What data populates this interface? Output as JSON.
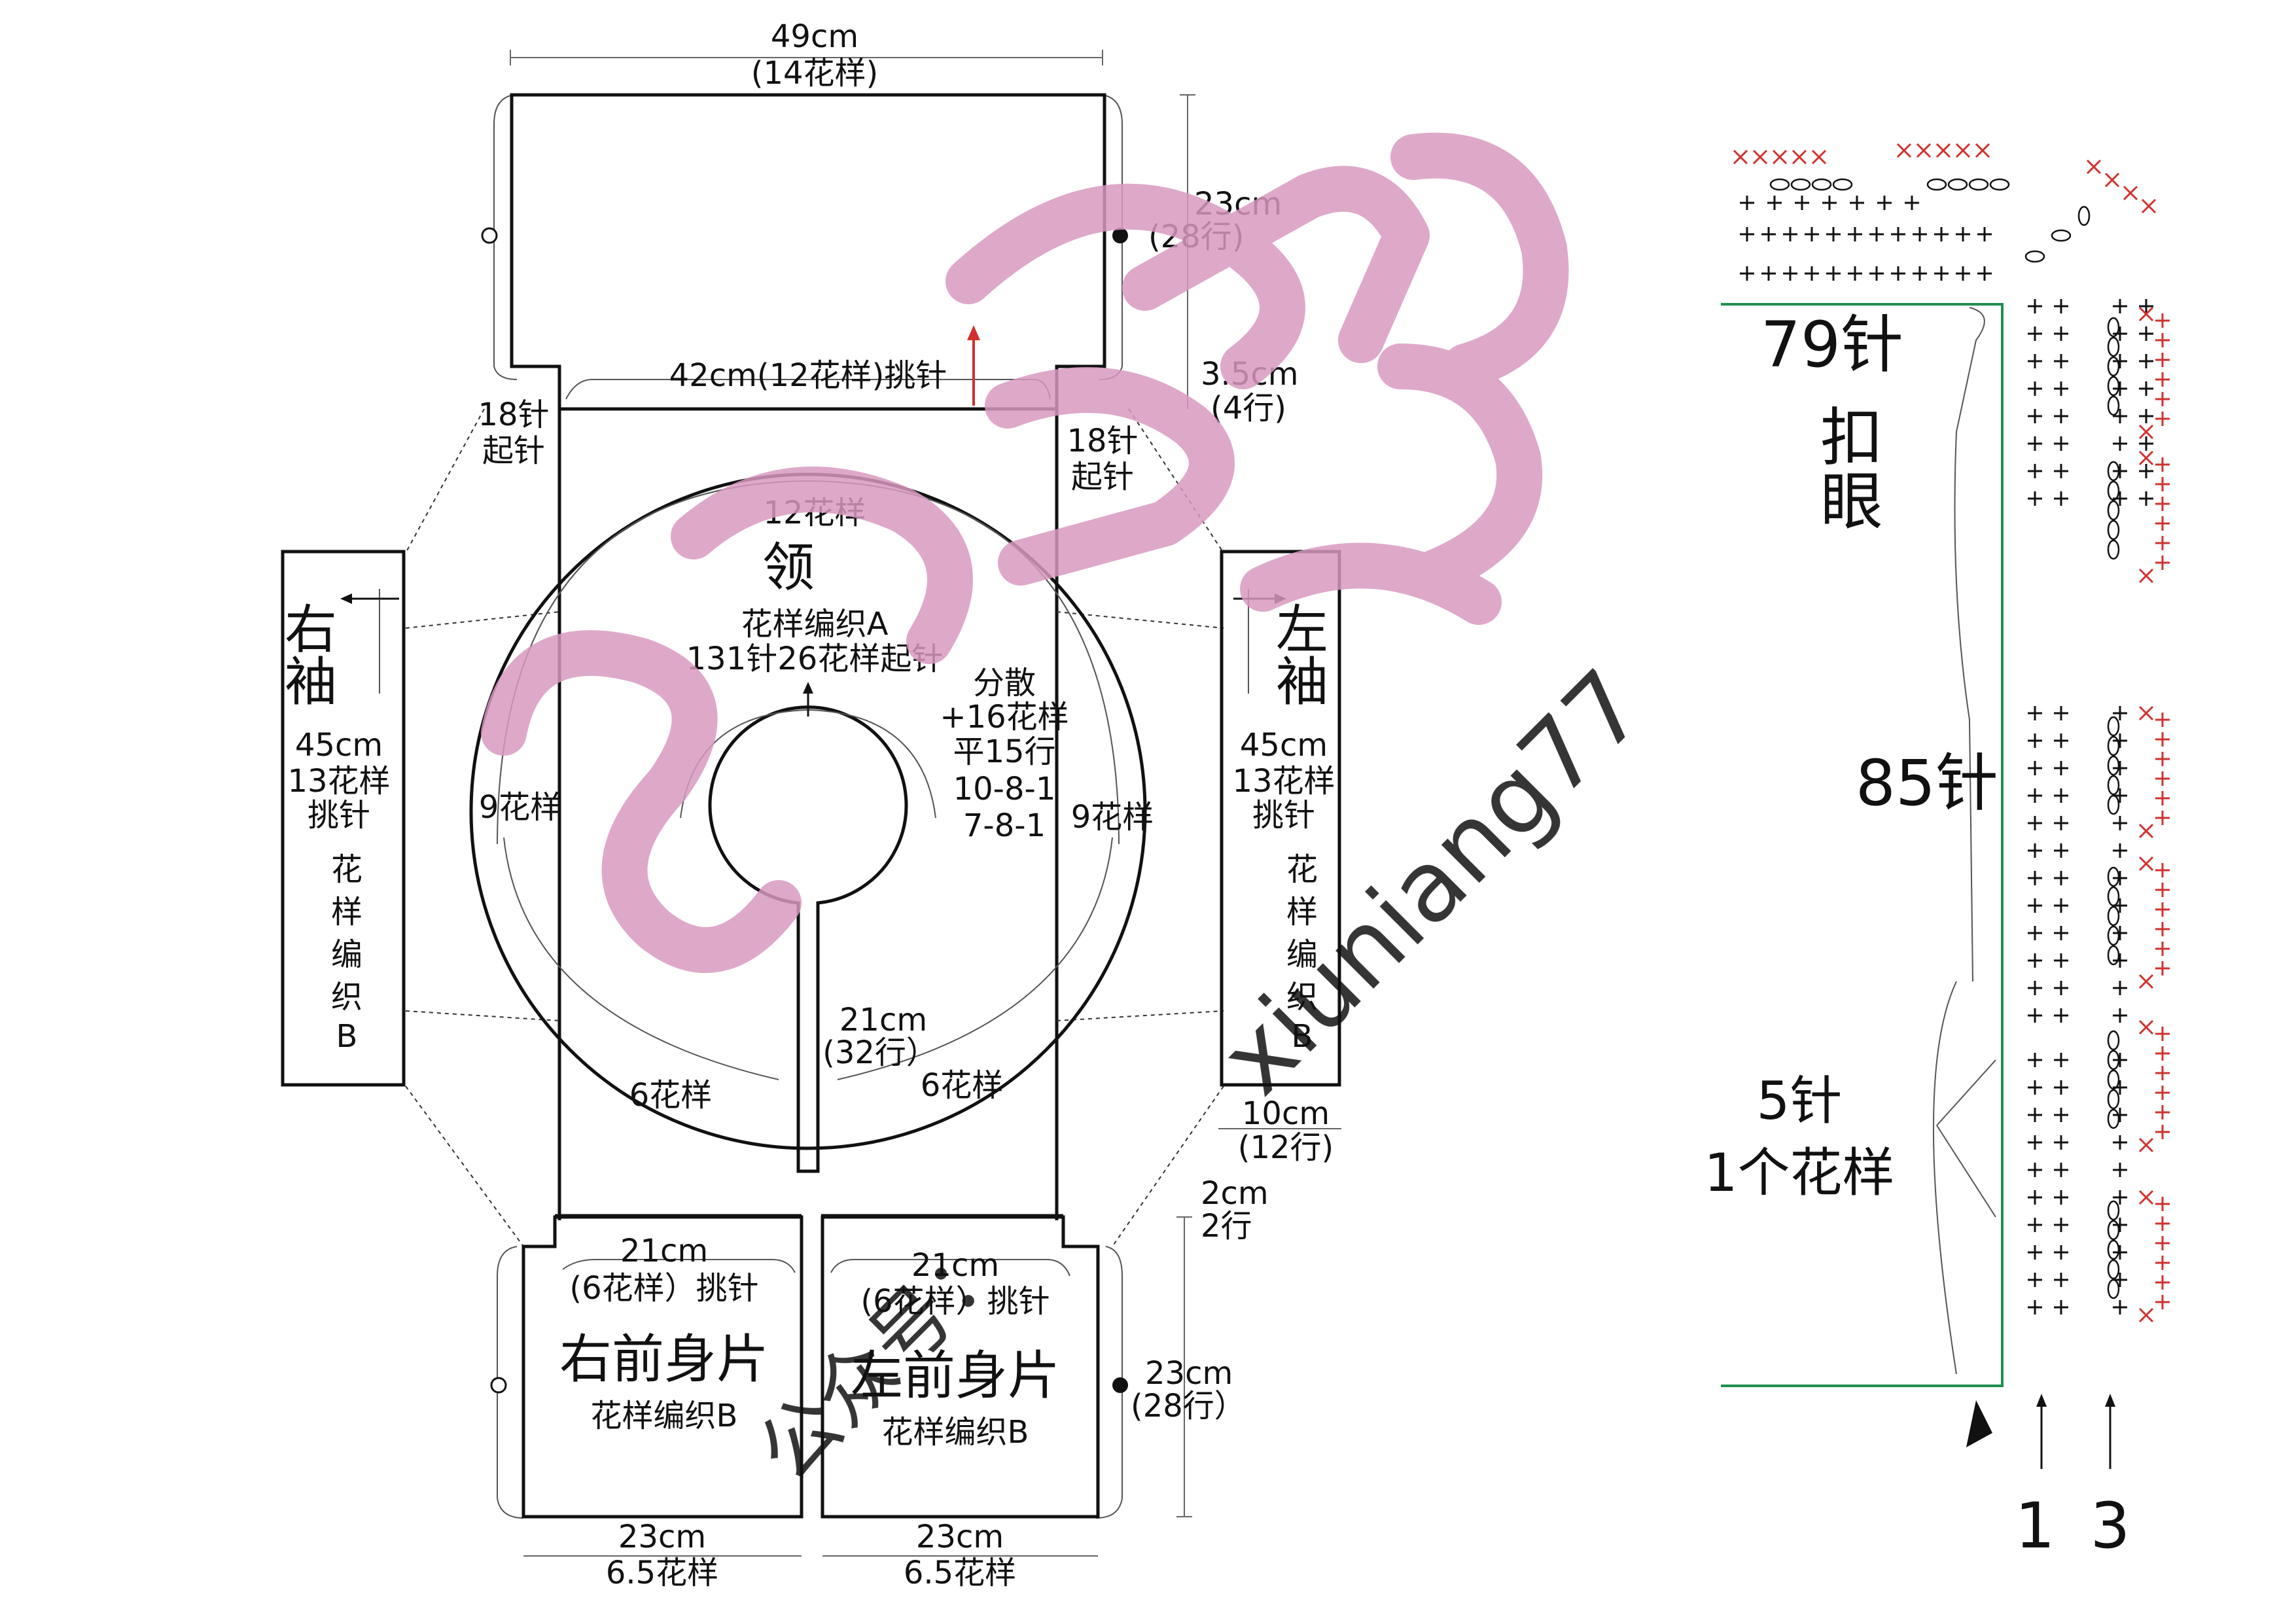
{
  "back_panel": {
    "width_label": "49cm",
    "pattern_label": "(14花样)",
    "pickup_label": "42cm(12花样)挑针",
    "height_label": "23cm",
    "height_rows": "(28行)",
    "shoulder_label": "3.5cm",
    "shoulder_rows": "(4行)",
    "cast_on_left_1": "18针",
    "cast_on_left_2": "起针",
    "cast_on_right_1": "18针",
    "cast_on_right_2": "起针"
  },
  "collar": {
    "top_label": "12花样",
    "title": "领",
    "pattern_name": "花样编织A",
    "cast_on": "131针26花样起针",
    "inc_1": "分散",
    "inc_2": "+16花样",
    "inc_3": "平15行",
    "inc_4": "10-8-1",
    "inc_5": "7-8-1",
    "left_label": "9花样",
    "right_label": "9花样",
    "depth_label": "21cm",
    "depth_rows": "(32行）",
    "bottom_left_label": "6花样",
    "bottom_right_label": "6花样"
  },
  "right_sleeve": {
    "title_1": "右",
    "title_2": "袖",
    "width": "45cm",
    "patterns": "13花样",
    "pickup": "挑针",
    "pattern_name": [
      "花",
      "样",
      "编",
      "织",
      "B"
    ]
  },
  "left_sleeve": {
    "title_1": "左",
    "title_2": "袖",
    "width": "45cm",
    "patterns": "13花样",
    "pickup": "挑针",
    "pattern_name": [
      "花",
      "样",
      "编",
      "织",
      "B"
    ],
    "length": "10cm",
    "length_rows": "(12行)"
  },
  "right_front": {
    "pickup_width": "21cm",
    "pickup_label": "(6花样）挑针",
    "title": "右前身片",
    "pattern_name": "花样编织B",
    "bottom_width": "23cm",
    "bottom_patterns": "6.5花样"
  },
  "left_front": {
    "pickup_width": "21cm",
    "pickup_label": "(6花样）挑针",
    "title": "左前身片",
    "pattern_name": "花样编织B",
    "bottom_width": "23cm",
    "bottom_patterns": "6.5花样",
    "height": "23cm",
    "height_rows": "(28行）",
    "gap": "2cm",
    "gap_rows": "2行"
  },
  "border_chart": {
    "top_stitches": "79针",
    "buttonhole_1": "扣",
    "buttonhole_2": "眼",
    "side_stitches": "85针",
    "repeat_1": "5针",
    "repeat_2": "1个花样",
    "row_marker_1": "1",
    "row_marker_3": "3"
  },
  "watermark": {
    "text": "xiuniang77",
    "prefix": "公众号："
  },
  "colors": {
    "line": "#111111",
    "accent_red": "#d0312d",
    "edge_green": "#1f8f4e",
    "watermark_pink": "#d89ac0"
  }
}
